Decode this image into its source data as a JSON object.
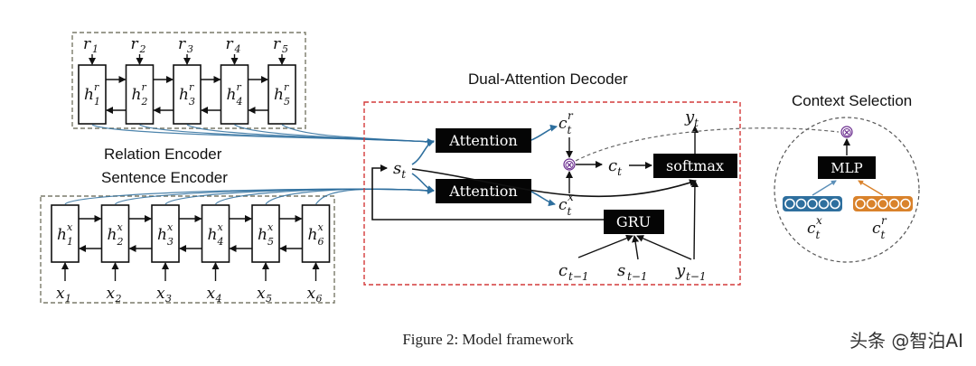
{
  "diagram": {
    "relation_encoder": {
      "label": "Relation Encoder",
      "inputs": [
        "r",
        "r",
        "r",
        "r",
        "r"
      ],
      "input_subs": [
        "1",
        "2",
        "3",
        "4",
        "5"
      ],
      "cells": [
        "h",
        "h",
        "h",
        "h",
        "h"
      ],
      "cell_sups": [
        "r",
        "r",
        "r",
        "r",
        "r"
      ],
      "cell_subs": [
        "1",
        "2",
        "3",
        "4",
        "5"
      ]
    },
    "sentence_encoder": {
      "label": "Sentence Encoder",
      "inputs": [
        "x",
        "x",
        "x",
        "x",
        "x",
        "x"
      ],
      "input_subs": [
        "1",
        "2",
        "3",
        "4",
        "5",
        "6"
      ],
      "cells": [
        "h",
        "h",
        "h",
        "h",
        "h",
        "h"
      ],
      "cell_sups": [
        "x",
        "x",
        "x",
        "x",
        "x",
        "x"
      ],
      "cell_subs": [
        "1",
        "2",
        "3",
        "4",
        "5",
        "6"
      ]
    },
    "decoder": {
      "label": "Dual-Attention Decoder",
      "attention_top": "Attention",
      "attention_bottom": "Attention",
      "gru": "GRU",
      "softmax": "softmax",
      "s_t": "s",
      "s_t_sub": "t",
      "c_t": "c",
      "c_t_sub": "t",
      "c_r": "c",
      "c_r_sub": "t",
      "c_r_sup": "r",
      "c_x": "c",
      "c_x_sub": "t",
      "c_x_sup": "x",
      "y_t": "y",
      "y_t_sub": "t",
      "bottom_inputs": [
        {
          "base": "c",
          "sub": "t−1"
        },
        {
          "base": "s",
          "sub": "t−1"
        },
        {
          "base": "y",
          "sub": "t−1"
        }
      ],
      "otimes": "⊗"
    },
    "context_selection": {
      "label": "Context Selection",
      "mlp": "MLP",
      "otimes": "⊗",
      "c_x": "c",
      "c_x_sub": "t",
      "c_x_sup": "x",
      "c_r": "c",
      "c_r_sub": "t",
      "c_r_sup": "r"
    },
    "colors": {
      "blue": "#2E6F9E",
      "orange": "#D9822B",
      "red": "#D43A3A",
      "gray": "#7A7A6A"
    }
  },
  "caption": "Figure 2: Model framework",
  "watermark": "头条 @智泊AI"
}
